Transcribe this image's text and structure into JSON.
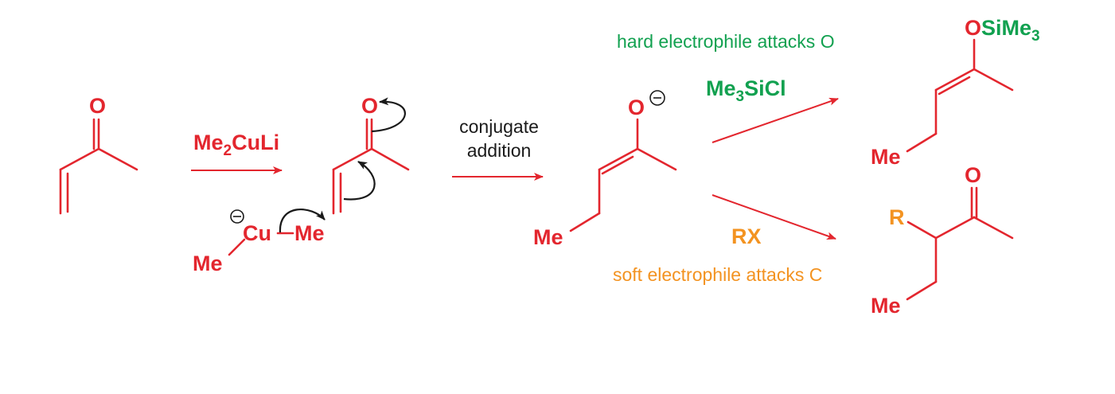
{
  "colors": {
    "molecule": "#e3262e",
    "hard": "#12a150",
    "soft": "#f39321",
    "text": "#1a1a1a"
  },
  "atoms": {
    "oxygen": "O",
    "methyl": "Me",
    "copper": "Cu",
    "r_group": "R",
    "silyl_o": "O",
    "silyl": "SiMe",
    "silyl_sub": "3",
    "minus": "−"
  },
  "reagents": {
    "cuprate_a": "Me",
    "cuprate_sub": "2",
    "cuprate_b": "CuLi",
    "silyl_a": "Me",
    "silyl_sub": "3",
    "silyl_b": "SiCl",
    "alkyl_halide": "RX"
  },
  "labels": {
    "step2_line1": "conjugate",
    "step2_line2": "addition",
    "hard": "hard electrophile attacks O",
    "soft": "soft electrophile attacks C"
  }
}
